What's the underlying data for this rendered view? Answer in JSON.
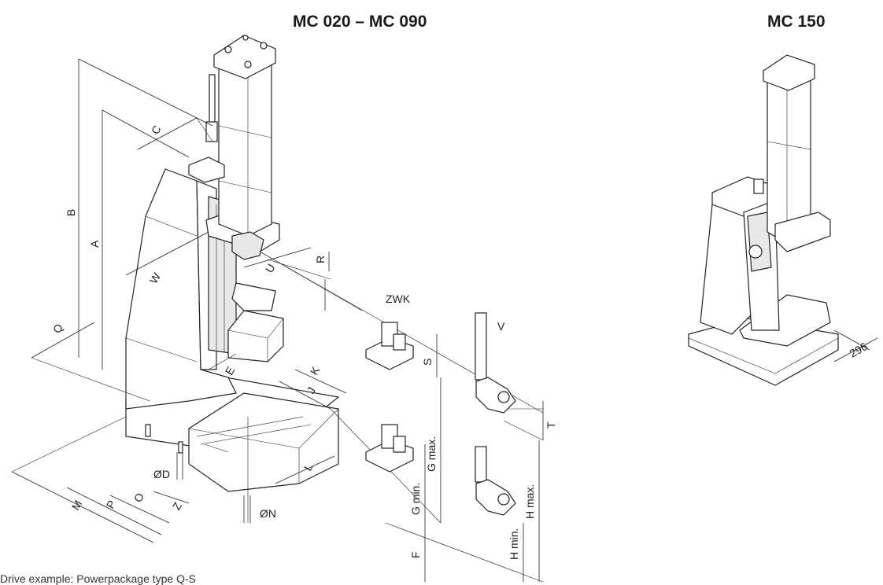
{
  "titles": {
    "main": "MC 020 – MC 090",
    "side": "MC 150"
  },
  "caption": "Drive example: Powerpackage type Q-S",
  "labels": {
    "B": "B",
    "A": "A",
    "C": "C",
    "W": "W",
    "U": "U",
    "R": "R",
    "Q": "Q",
    "E": "E",
    "K": "K",
    "J": "J",
    "L": "L",
    "OD": "ØD",
    "ON": "ØN",
    "Z": "Z",
    "O": "O",
    "P": "P",
    "M": "M",
    "ZWK": "ZWK",
    "V": "V",
    "S": "S",
    "G_max": "G max.",
    "G_min": "G min.",
    "T": "T",
    "H_max": "H max.",
    "H_min": "H min.",
    "F": "F",
    "dim_296": "296"
  }
}
